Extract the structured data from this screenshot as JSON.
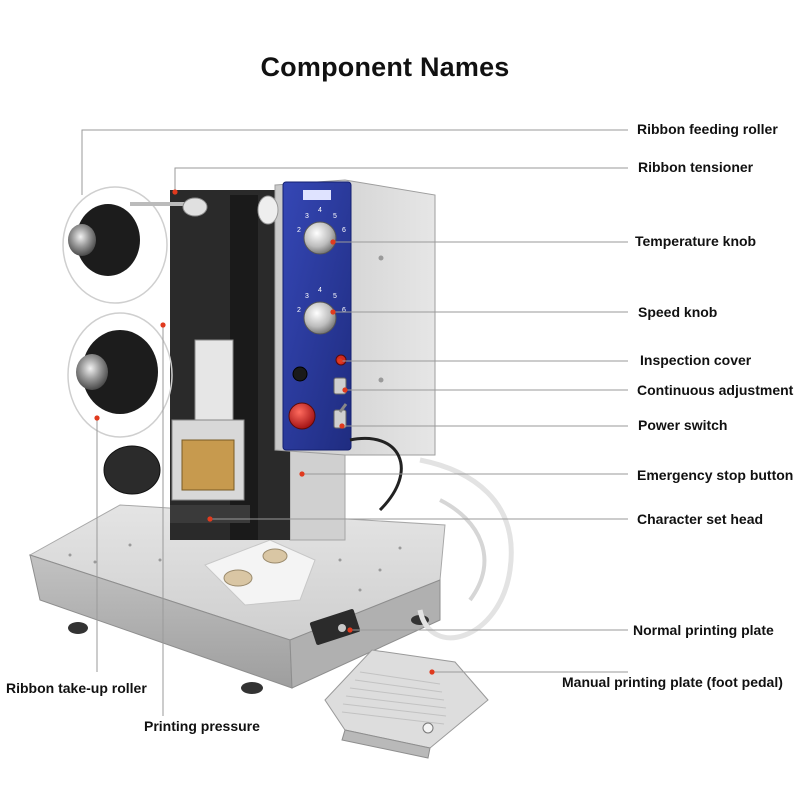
{
  "title": "Component Names",
  "labels": {
    "ribbon_feeding_roller": "Ribbon feeding roller",
    "ribbon_tensioner": "Ribbon tensioner",
    "temperature_knob": "Temperature knob",
    "speed_knob": "Speed knob",
    "inspection_cover": "Inspection cover",
    "continuous_adjustment": "Continuous adjustment",
    "power_switch": "Power switch",
    "emergency_stop_button": "Emergency stop button",
    "character_set_head": "Character set head",
    "normal_printing_plate": "Normal printing plate",
    "manual_printing_plate": "Manual printing plate (foot pedal)",
    "ribbon_take_up_roller": "Ribbon take-up roller",
    "printing_pressure": "Printing pressure"
  },
  "colors": {
    "leader_line": "#9a9a9a",
    "marker": "#e03a1e",
    "panel_blue": "#2a3a9c",
    "machine_body": "#d6d6d6",
    "emergency_red": "#c4141a"
  }
}
